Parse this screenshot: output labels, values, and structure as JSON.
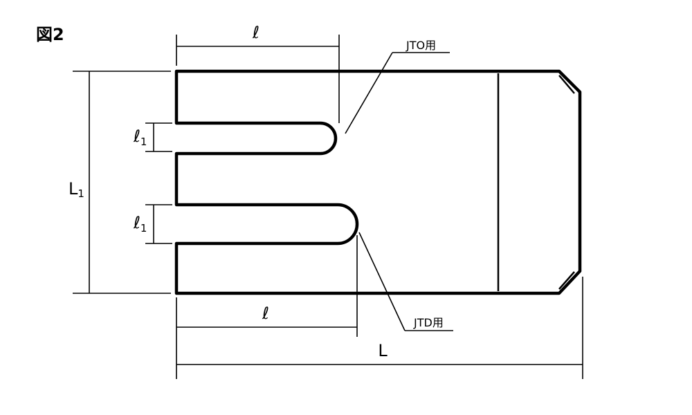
{
  "figure_label": "図2",
  "dimensions": {
    "top_length": "ℓ",
    "bottom_length": "ℓ",
    "total_length": "L",
    "total_width_main": "L",
    "total_width_sub": "1",
    "slot_width_upper_main": "ℓ",
    "slot_width_upper_sub": "1",
    "slot_width_lower_main": "ℓ",
    "slot_width_lower_sub": "1"
  },
  "callouts": {
    "upper": "JTO用",
    "lower": "JTD用"
  }
}
